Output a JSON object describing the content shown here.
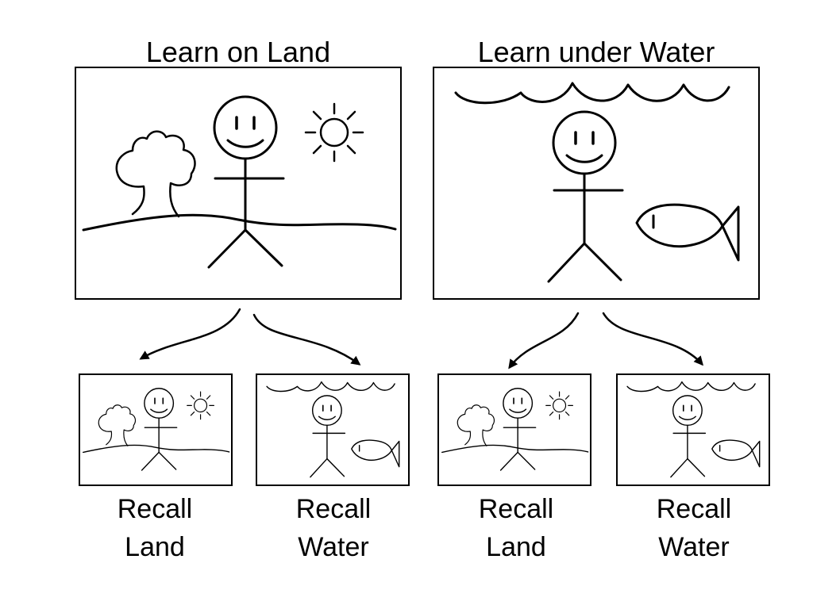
{
  "top": {
    "learn_land": {
      "title": "Learn on Land"
    },
    "learn_water": {
      "title": "Learn under Water"
    }
  },
  "bottom": [
    {
      "line1": "Recall",
      "line2": "Land"
    },
    {
      "line1": "Recall",
      "line2": "Water"
    },
    {
      "line1": "Recall",
      "line2": "Land"
    },
    {
      "line1": "Recall",
      "line2": "Water"
    }
  ]
}
